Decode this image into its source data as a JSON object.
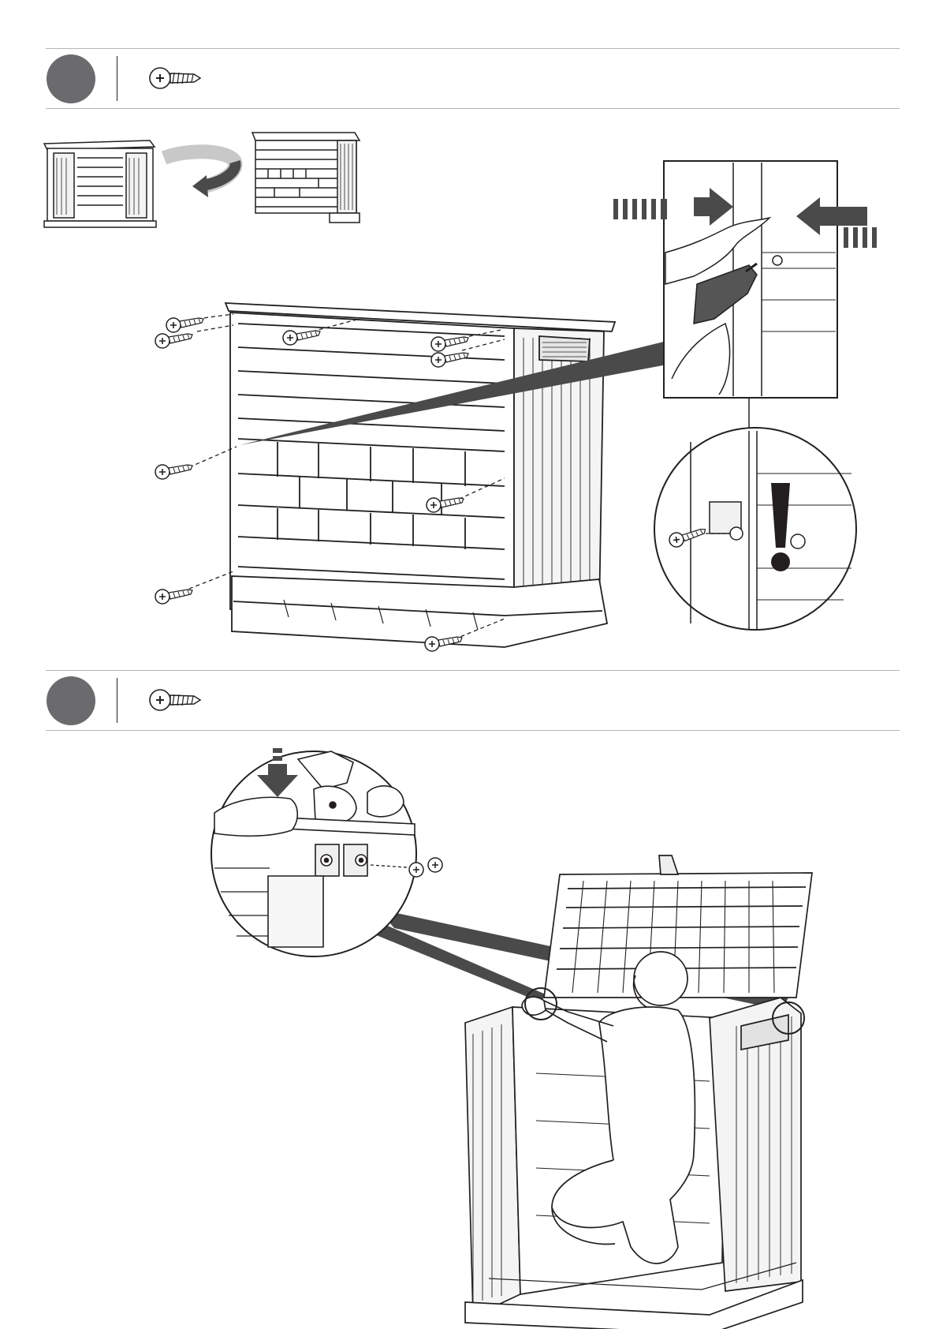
{
  "steps": [
    {
      "number": "",
      "part_icon": "screw-icon",
      "figures": [
        "shed-rotate-icon",
        "rotate-arrow-icon",
        "drill-detail-callout",
        "warning-detail-callout",
        "shed-back-panel"
      ]
    },
    {
      "number": "",
      "part_icon": "screw-icon",
      "figures": [
        "lid-hinge-detail-callout",
        "person-assembling-shed"
      ]
    }
  ],
  "warning_icon": "exclamation-icon",
  "colors": {
    "line": "#231f20",
    "badge": "#6b6b6d",
    "arrow": "#4a4a4a",
    "rule": "#b5b5b5"
  }
}
